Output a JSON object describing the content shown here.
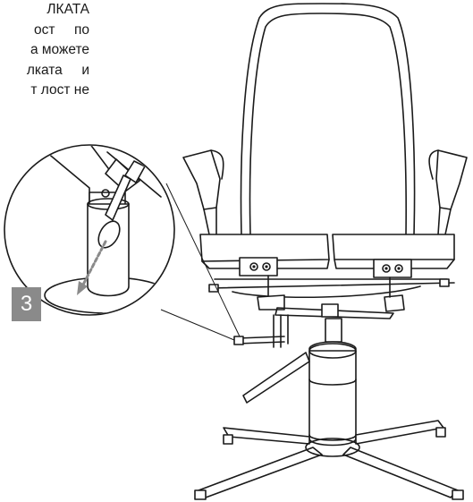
{
  "instructions": {
    "lines": [
      "ЛКАТА",
      "ост     по",
      "а можете",
      "лката     и",
      "т лост не"
    ]
  },
  "step": {
    "number": "3"
  },
  "colors": {
    "ink": "#1a1a1a",
    "badge_background": "#8a8a8a",
    "badge_text": "#ffffff"
  },
  "illustration": {
    "icon": "office-chair-icon",
    "detail_icon": "seat-height-lever-detail-icon"
  }
}
